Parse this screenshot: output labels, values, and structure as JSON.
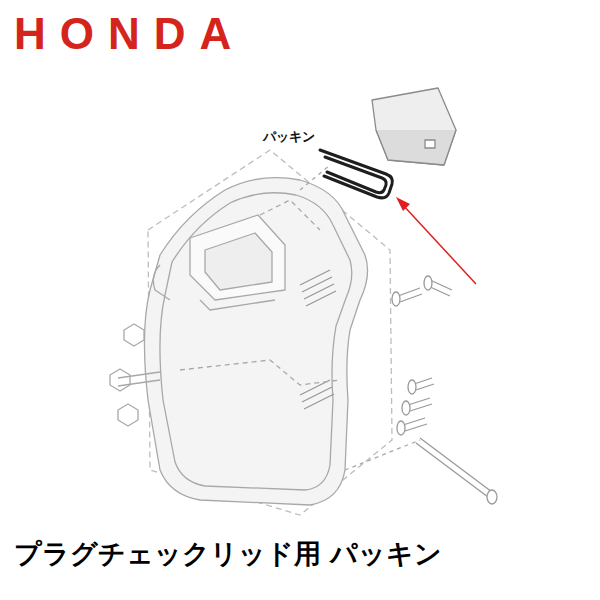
{
  "diagram": {
    "title": "HONDA",
    "caption": "プラグチェックリッド用  パッキン",
    "labels": [
      "パッキン"
    ]
  }
}
